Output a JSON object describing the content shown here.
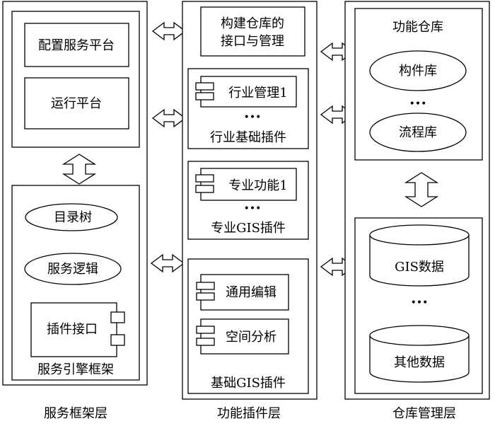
{
  "columns": {
    "left": {
      "caption": "服务框架层",
      "top_box": {
        "item1": "配置服务平台",
        "item2": "运行平台"
      },
      "bottom_box": {
        "oval1": "目录树",
        "oval2": "服务逻辑",
        "interface": "插件接口",
        "label": "服务引擎框架"
      }
    },
    "middle": {
      "caption": "功能插件层",
      "top_box": {
        "line1": "构建仓库的",
        "line2": "接口与管理"
      },
      "group1": {
        "item": "行业管理1",
        "ellipsis": "•••",
        "label": "行业基础插件"
      },
      "group2": {
        "item": "专业功能1",
        "ellipsis": "•••",
        "label": "专业GIS插件"
      },
      "group3": {
        "item1": "通用编辑",
        "item2": "空间分析",
        "label": "基础GIS插件"
      }
    },
    "right": {
      "caption": "仓库管理层",
      "top_box": {
        "title": "功能仓库",
        "oval1": "构件库",
        "ellipsis": "•••",
        "oval2": "流程库"
      },
      "bottom_box": {
        "cyl1": "GIS数据",
        "ellipsis": "•••",
        "cyl2": "其他数据"
      }
    }
  }
}
